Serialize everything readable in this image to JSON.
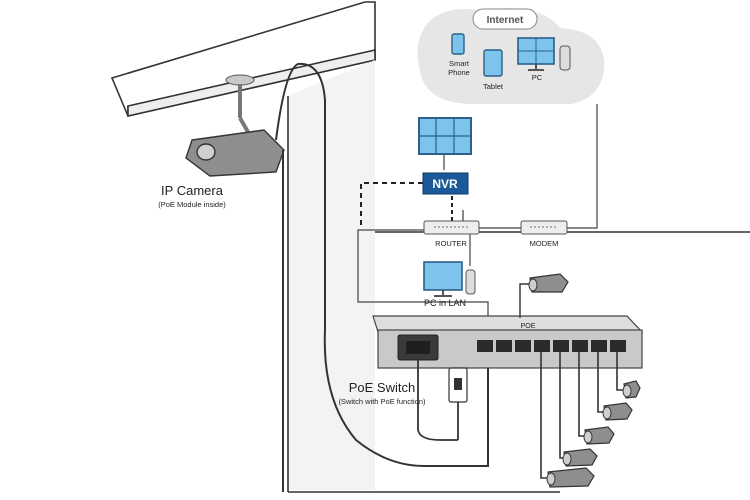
{
  "labels": {
    "internet": "Internet",
    "smart_phone_line1": "Smart",
    "smart_phone_line2": "Phone",
    "tablet": "Tablet",
    "pc": "PC",
    "nvr": "NVR",
    "router": "ROUTER",
    "modem": "MODEM",
    "pc_in_lan": "PC in LAN",
    "ip_camera": "IP Camera",
    "ip_camera_sub": "(PoE Module inside)",
    "poe_switch": "PoE Switch",
    "poe_switch_sub": "(Switch with PoE function)",
    "switch_port_label": "POE"
  },
  "colors": {
    "cloud": "#e6e6e6",
    "screen_blue": "#7cc4ec",
    "screen_frame": "#2c5f8a",
    "nvr_badge": "#1a5a9a",
    "switch_body": "#c9c9c9",
    "camera_body": "#8e8e8e",
    "wall_line": "#333333"
  }
}
